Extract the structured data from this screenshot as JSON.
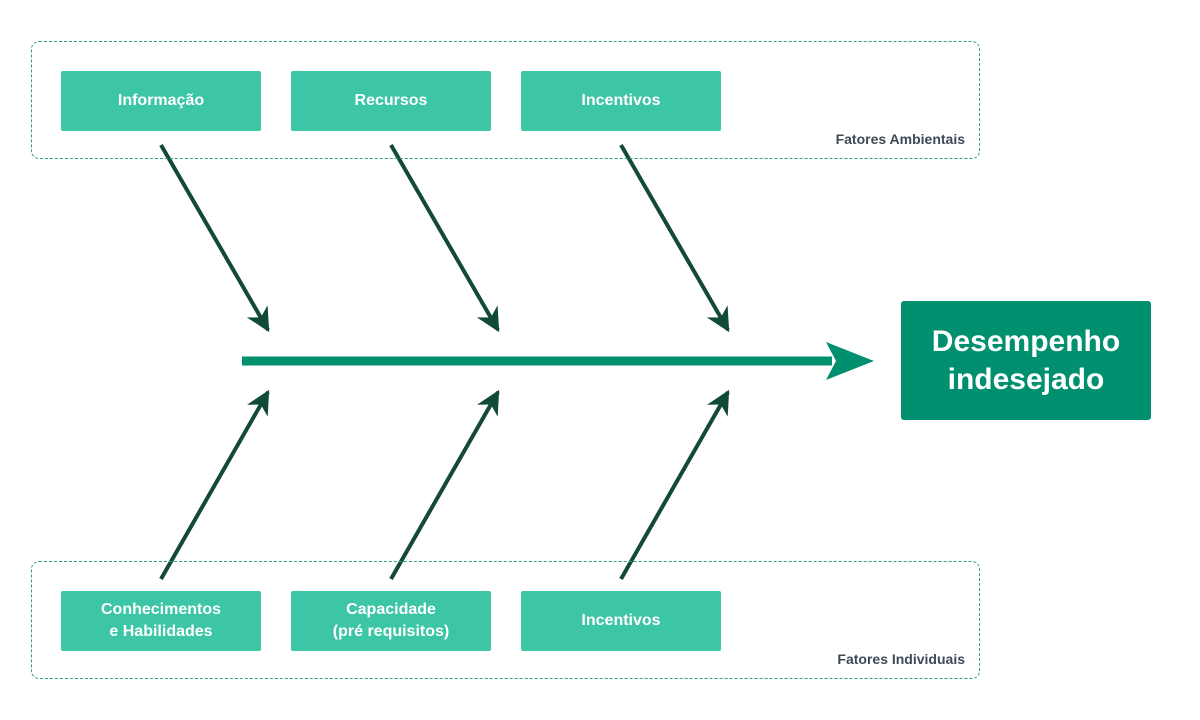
{
  "effect": {
    "label": "Desempenho\nindesejado"
  },
  "groups": {
    "top": {
      "label": "Fatores Ambientais",
      "factors": [
        {
          "label": "Informação"
        },
        {
          "label": "Recursos"
        },
        {
          "label": "Incentivos"
        }
      ]
    },
    "bottom": {
      "label": "Fatores Individuais",
      "factors": [
        {
          "label": "Conhecimentos\ne Habilidades"
        },
        {
          "label": "Capacidade\n(pré requisitos)"
        },
        {
          "label": "Incentivos"
        }
      ]
    }
  },
  "colors": {
    "factor_fill": "#3cc6a5",
    "effect_fill": "#009070",
    "spine": "#009070",
    "bones": "#124a3a",
    "frame": "#2f9e82",
    "group_label": "#3d4a55"
  }
}
